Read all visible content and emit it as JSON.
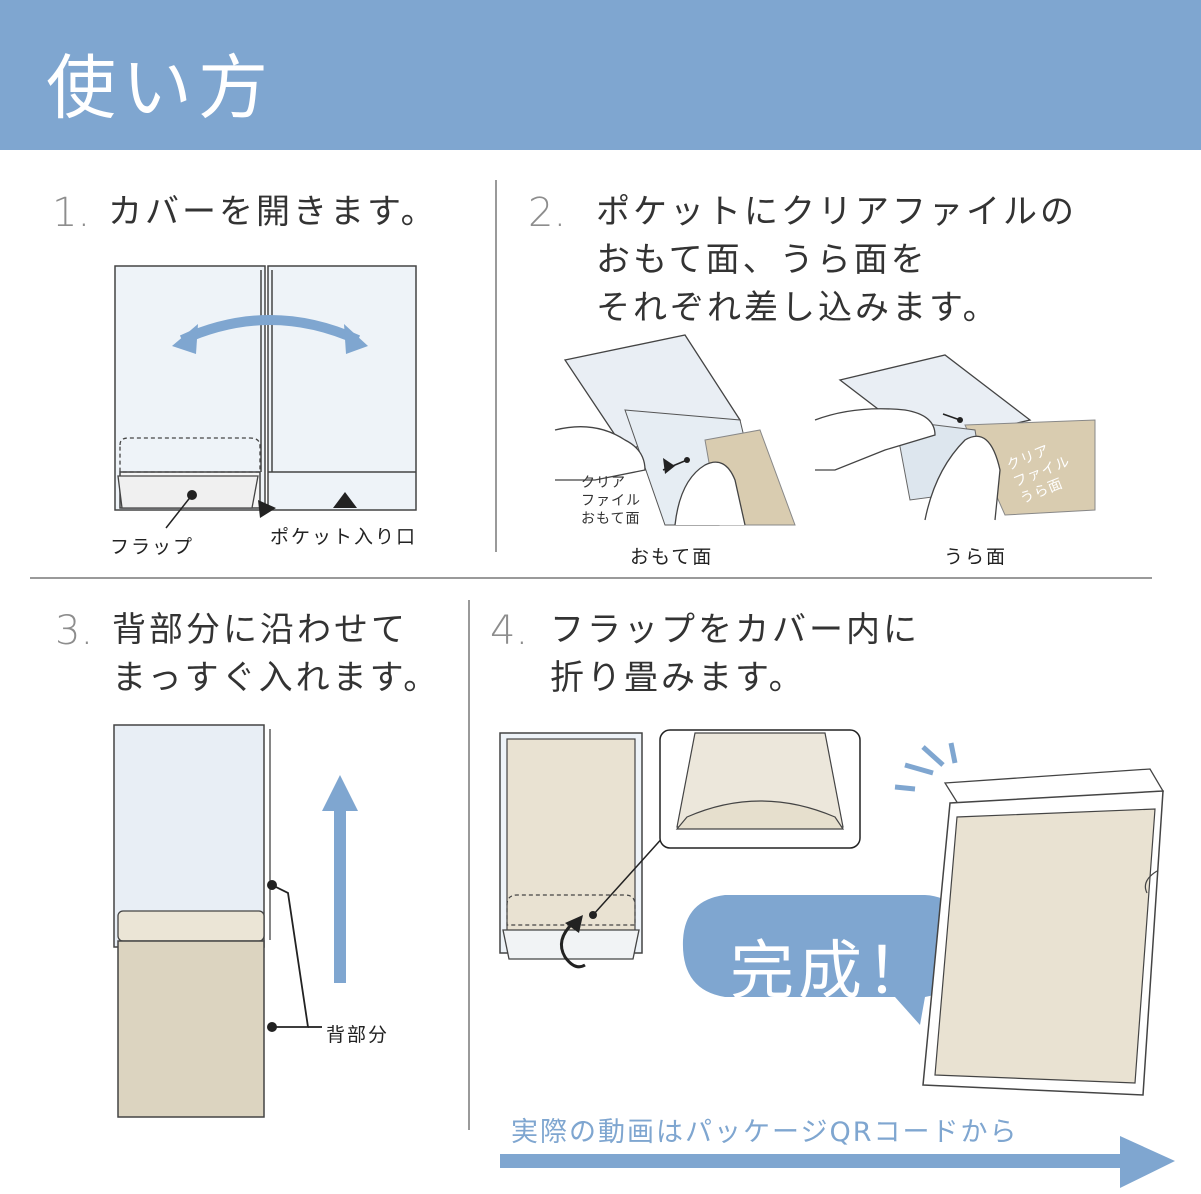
{
  "header": {
    "title": "使い方"
  },
  "steps": [
    {
      "num": "1.",
      "lines": [
        "カバーを開きます。"
      ]
    },
    {
      "num": "2.",
      "lines": [
        "ポケットにクリアファイルの",
        "おもて面、うら面を",
        "それぞれ差し込みます。"
      ]
    },
    {
      "num": "3.",
      "lines": [
        "背部分に沿わせて",
        "まっすぐ入れます。"
      ]
    },
    {
      "num": "4.",
      "lines": [
        "フラップをカバー内に",
        "折り畳みます。"
      ]
    }
  ],
  "step1_labels": {
    "flap": "フラップ",
    "pocket_entrance": "ポケット入り口"
  },
  "step2_labels": {
    "front_caption": "おもて面",
    "back_caption": "うら面",
    "front_file": [
      "クリア",
      "ファイル",
      "おもて面"
    ],
    "back_file": [
      "クリア",
      "ファイル",
      "うら面"
    ]
  },
  "step3_labels": {
    "spine": "背部分"
  },
  "step4_labels": {
    "done": "完成！"
  },
  "footer": {
    "note": "実際の動画はパッケージQRコードから"
  },
  "colors": {
    "accent": "#7fa6d0",
    "beige": "#dcd4c0",
    "film": "#e8eef5"
  }
}
